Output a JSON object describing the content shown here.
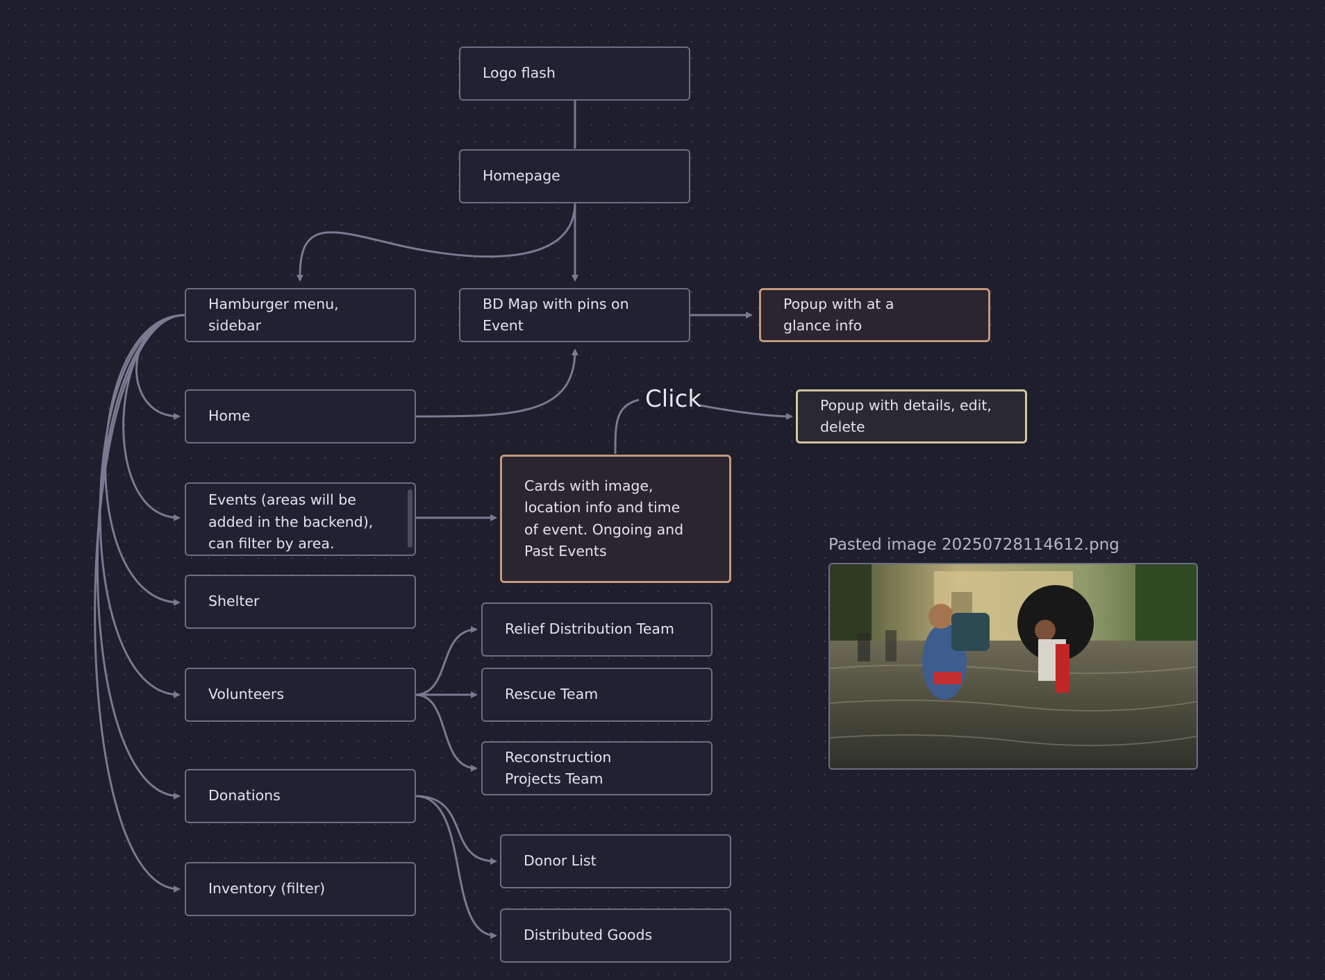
{
  "nodes": {
    "logo_flash": "Logo flash",
    "homepage": "Homepage",
    "hamburger_menu": "Hamburger menu, sidebar",
    "bd_map": "BD Map with pins on Event",
    "popup_glance": "Popup with at a glance info",
    "home": "Home",
    "popup_details": "Popup with details, edit, delete",
    "events": "Events (areas will be added in the backend), can filter by area.",
    "cards": "Cards with image, location info and time of event. Ongoing and Past Events",
    "shelter": "Shelter",
    "relief_team": "Relief Distribution Team",
    "volunteers": "Volunteers",
    "rescue_team": "Rescue Team",
    "reconstruction_team": "Reconstruction Projects Team",
    "donations": "Donations",
    "donor_list": "Donor List",
    "inventory": "Inventory (filter)",
    "distributed_goods": "Distributed Goods"
  },
  "edge_labels": {
    "click": "Click"
  },
  "embedded_image": {
    "caption": "Pasted image 20250728114612.png"
  },
  "colors": {
    "background": "#1e1e2c",
    "node_fill": "#212131",
    "node_border": "#6e6e84",
    "highlight_orange": "#c4987a",
    "highlight_tan": "#d6c5a0",
    "edge": "#7a7a90",
    "text": "#e4e4ee"
  }
}
